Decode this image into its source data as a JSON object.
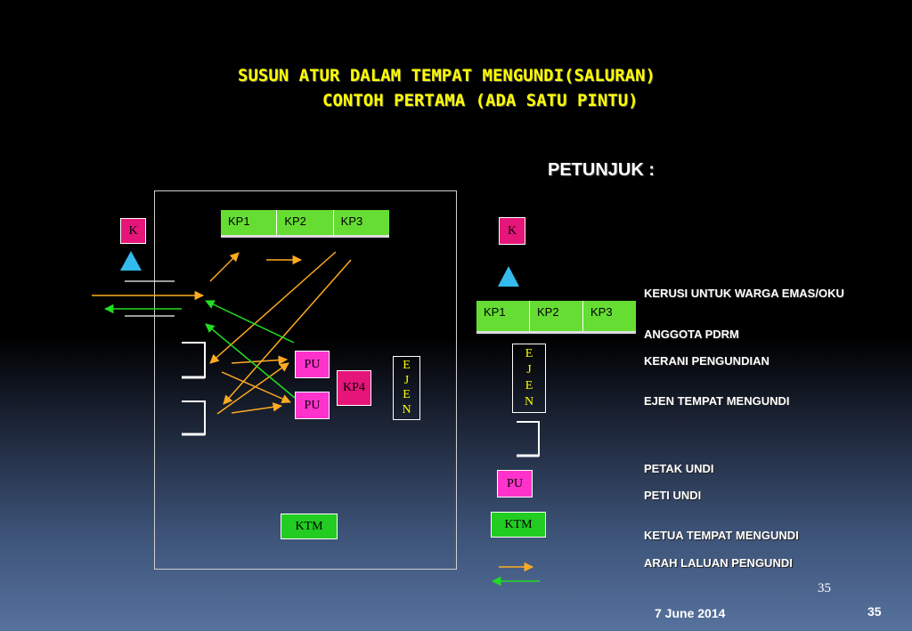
{
  "title": {
    "line1": "SUSUN ATUR DALAM TEMPAT MENGUNDI(SALURAN)",
    "line2": "CONTOH PERTAMA (ADA SATU PINTU)"
  },
  "petunjuk": "PETUNJUK :",
  "diagram": {
    "k": "K",
    "kp1": "KP1",
    "kp2": "KP2",
    "kp3": "KP3",
    "pu_top": "PU",
    "pu_bottom": "PU",
    "kp4": "KP4",
    "ejen": [
      "E",
      "J",
      "E",
      "N"
    ],
    "ktm": "KTM"
  },
  "legend_symbols": {
    "k": "K",
    "kp1": "KP1",
    "kp2": "KP2",
    "kp3": "KP3",
    "ejen": [
      "E",
      "J",
      "E",
      "N"
    ],
    "pu": "PU",
    "ktm": "KTM"
  },
  "legend": [
    "KERUSI UNTUK WARGA EMAS/OKU",
    "ANGGOTA PDRM",
    "KERANI PENGUNDIAN",
    "EJEN TEMPAT MENGUNDI",
    "PETAK UNDI",
    "PETI UNDI",
    "KETUA TEMPAT MENGUNDI",
    "ARAH LALUAN PENGUNDI"
  ],
  "colors": {
    "title": "#ffff00",
    "arrow_orange": "#ffaa22",
    "arrow_green": "#22dd22",
    "triangle": "#33bbee",
    "k_box": "#e6157a",
    "pu_box": "#ff33cc",
    "ktm_box": "#22cc22",
    "kp_row": "#66dd33"
  },
  "footer": {
    "date": "7 June 2014",
    "page": "35",
    "page_label": "35"
  }
}
